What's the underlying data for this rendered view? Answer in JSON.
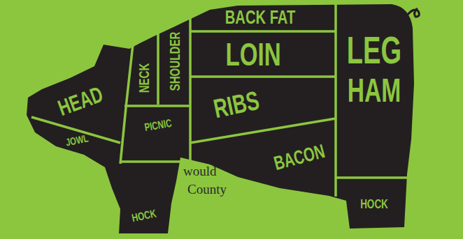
{
  "diagram": {
    "labels": [
      "HEAD",
      "JOWL",
      "NECK",
      "SHOULDER",
      "PICNIC",
      "HOCK",
      "BACK FAT",
      "LOIN",
      "RIBS",
      "BACON",
      "LEG",
      "HAM",
      "HOCK",
      "would",
      "County"
    ]
  }
}
